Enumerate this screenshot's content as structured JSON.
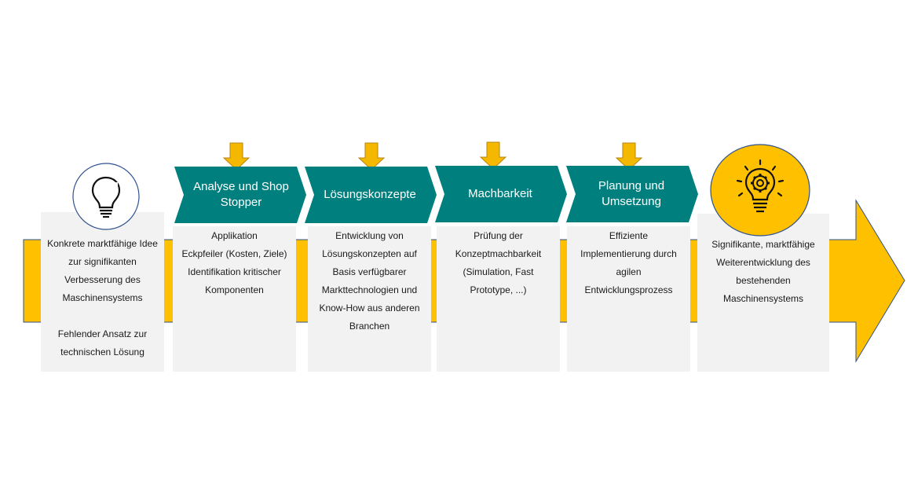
{
  "colors": {
    "arrow": "#FFC000",
    "arrow_outline": "#2F528F",
    "teal": "#007F7F",
    "box": "#F2F2F2",
    "text": "#1A1A1A",
    "chevron_text": "#FFFFFF",
    "down_arrow": "#F5B800",
    "down_arrow_outline": "#B8860B"
  },
  "start": {
    "icon": "lightbulb-icon",
    "lines": [
      "Konkrete marktfähige Idee",
      "zur signifikanten",
      "Verbesserung des",
      "Maschinensystems"
    ],
    "lines2": [
      "Fehlender Ansatz zur",
      "technischen Lösung"
    ]
  },
  "steps": [
    {
      "title_lines": [
        "Analyse und Shop",
        "Stopper"
      ],
      "lines": [
        "Applikation",
        "Eckpfeiler (Kosten, Ziele)",
        "Identifikation kritischer",
        "Komponenten"
      ]
    },
    {
      "title_lines": [
        "Lösungskonzepte"
      ],
      "lines": [
        "Entwicklung von",
        "Lösungskonzepten auf",
        "Basis verfügbarer",
        "Markttechnologien und",
        "Know-How aus anderen",
        "Branchen"
      ]
    },
    {
      "title_lines": [
        "Machbarkeit"
      ],
      "lines": [
        "Prüfung der",
        "Konzeptmachbarkeit",
        "(Simulation, Fast",
        "Prototype, ...)"
      ]
    },
    {
      "title_lines": [
        "Planung und",
        "Umsetzung"
      ],
      "lines": [
        "Effiziente",
        "Implementierung durch",
        "agilen",
        "Entwicklungsprozess"
      ]
    }
  ],
  "end": {
    "icon": "lightbulb-gear-icon",
    "lines": [
      "Signifikante, marktfähige",
      "Weiterentwicklung des",
      "bestehenden",
      "Maschinensystems"
    ]
  }
}
